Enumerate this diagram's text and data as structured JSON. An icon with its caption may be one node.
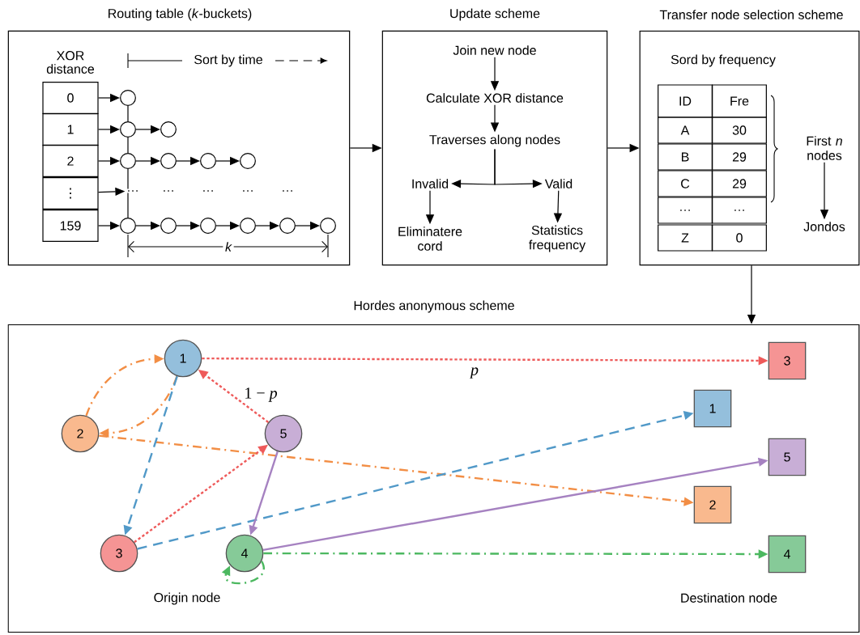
{
  "diagram": {
    "nodes": [
      {
        "text": [
          "Routing table (*k*-buckets)"
        ]
      },
      {
        "text": [
          "Update scheme"
        ]
      },
      {
        "text": [
          "Transfer node selection scheme"
        ]
      },
      {
        "text": [
          "Hordes anonymous scheme"
        ]
      },
      {
        "text": [
          "0"
        ],
        "in": 0
      },
      {
        "text": [
          "1"
        ],
        "in": 0
      },
      {
        "text": [
          "2"
        ],
        "in": 0
      },
      {
        "text": [
          "⋮"
        ],
        "in": 0
      },
      {
        "text": [
          "159"
        ],
        "in": 0
      },
      {
        "text": [],
        "shape": "circle",
        "in": 0
      },
      {
        "text": [],
        "shape": "circle",
        "in": 0
      },
      {
        "text": [],
        "shape": "circle",
        "in": 0
      },
      {
        "text": [],
        "shape": "circle",
        "in": 0
      },
      {
        "text": [],
        "shape": "circle",
        "in": 0
      },
      {
        "text": [],
        "shape": "circle",
        "in": 0
      },
      {
        "text": [],
        "shape": "circle",
        "in": 0
      },
      {
        "text": [],
        "shape": "circle",
        "in": 0
      },
      {
        "text": [],
        "shape": "circle",
        "in": 0
      },
      {
        "text": [],
        "shape": "circle",
        "in": 0
      },
      {
        "text": [],
        "shape": "circle",
        "in": 0
      },
      {
        "text": [],
        "shape": "circle",
        "in": 0
      },
      {
        "text": [],
        "shape": "circle",
        "in": 0
      },
      {
        "text": [
          "Join new node"
        ],
        "in": 1
      },
      {
        "text": [
          "Calculate XOR distance"
        ],
        "in": 1
      },
      {
        "text": [
          "Traverses along nodes"
        ],
        "in": 1
      },
      {
        "text": [
          "Invalid"
        ],
        "in": 1
      },
      {
        "text": [
          "Valid"
        ],
        "in": 1
      },
      {
        "text": [
          "Eliminatere cord"
        ],
        "in": 1
      },
      {
        "text": [
          "Statistics frequency"
        ],
        "in": 1
      },
      {
        "text": [
          "First *n* nodes"
        ],
        "in": 2
      },
      {
        "text": [
          "Jondos"
        ],
        "in": 2
      },
      {
        "text": [
          "1"
        ],
        "in": 3
      },
      {
        "text": [
          "2"
        ],
        "in": 3
      },
      {
        "text": [
          "5"
        ],
        "in": 3
      },
      {
        "text": [
          "3"
        ],
        "in": 3
      },
      {
        "text": [
          "4"
        ],
        "in": 3
      },
      {
        "text": [
          "3"
        ],
        "in": 3
      },
      {
        "text": [
          "1"
        ],
        "in": 3
      },
      {
        "text": [
          "5"
        ],
        "in": 3
      },
      {
        "text": [
          "2"
        ],
        "in": 3
      },
      {
        "text": [
          "4"
        ],
        "in": 3
      },
      {
        "text": [
          "…"
        ],
        "in": 0
      }
    ],
    "edges": [
      {
        "from": 0,
        "to": 1,
        "arrow": "to"
      },
      {
        "from": 1,
        "to": 2,
        "arrow": "to"
      },
      {
        "from": 2,
        "to": 3,
        "arrow": "to"
      },
      {
        "from": 4,
        "to": 9,
        "arrow": "to"
      },
      {
        "from": 5,
        "to": 10,
        "arrow": "to"
      },
      {
        "from": 6,
        "to": 12,
        "arrow": "to"
      },
      {
        "from": 7,
        "to": 41,
        "arrow": "to"
      },
      {
        "from": 8,
        "to": 16,
        "arrow": "to"
      },
      {
        "from": 9,
        "to": 10,
        "arrow": "none"
      },
      {
        "from": 10,
        "to": 12,
        "arrow": "none"
      },
      {
        "from": 12,
        "to": 41,
        "arrow": "none"
      },
      {
        "from": 41,
        "to": 16,
        "arrow": "none"
      },
      {
        "from": 10,
        "to": 11,
        "arrow": "to"
      },
      {
        "from": 12,
        "to": 13,
        "arrow": "to"
      },
      {
        "from": 13,
        "to": 14,
        "arrow": "to"
      },
      {
        "from": 14,
        "to": 15,
        "arrow": "to"
      },
      {
        "from": 16,
        "to": 17,
        "arrow": "to"
      },
      {
        "from": 17,
        "to": 18,
        "arrow": "to"
      },
      {
        "from": 18,
        "to": 19,
        "arrow": "to"
      },
      {
        "from": 19,
        "to": 20,
        "arrow": "to"
      },
      {
        "from": 20,
        "to": 21,
        "arrow": "to"
      },
      {
        "from": 22,
        "to": 23,
        "arrow": "to"
      },
      {
        "from": 23,
        "to": 24,
        "arrow": "to"
      },
      {
        "from": 24,
        "to": 25,
        "arrow": "to"
      },
      {
        "from": 24,
        "to": 26,
        "arrow": "to"
      },
      {
        "from": 25,
        "to": 27,
        "arrow": "to"
      },
      {
        "from": 26,
        "to": 28,
        "arrow": "to"
      },
      {
        "from": 29,
        "to": 30,
        "arrow": "to"
      },
      {
        "from": 31,
        "to": 32,
        "arrow": "to",
        "style": "dashed",
        "color": "#f28e45"
      },
      {
        "from": 32,
        "to": 31,
        "arrow": "to",
        "style": "dashed",
        "color": "#f28e45"
      },
      {
        "from": 32,
        "to": 39,
        "arrow": "to",
        "style": "dashed",
        "color": "#f28e45"
      },
      {
        "from": 31,
        "to": 34,
        "arrow": "to",
        "style": "dashed",
        "color": "#5199c8"
      },
      {
        "from": 34,
        "to": 37,
        "arrow": "to",
        "style": "dashed",
        "color": "#5199c8"
      },
      {
        "from": 31,
        "to": 36,
        "arrow": "to",
        "label": "p",
        "style": "dashed",
        "color": "#ee5a5a"
      },
      {
        "from": 33,
        "to": 31,
        "arrow": "to",
        "label": "1 − *p*",
        "style": "dashed",
        "color": "#ee5a5a"
      },
      {
        "from": 34,
        "to": 33,
        "arrow": "to",
        "style": "dashed",
        "color": "#ee5a5a"
      },
      {
        "from": 33,
        "to": 35,
        "arrow": "to",
        "color": "#a682c1"
      },
      {
        "from": 35,
        "to": 38,
        "arrow": "to",
        "color": "#a682c1"
      },
      {
        "from": 35,
        "to": 35,
        "arrow": "to",
        "style": "dashed",
        "color": "#4cb860"
      },
      {
        "from": 35,
        "to": 40,
        "arrow": "to",
        "style": "dashed",
        "color": "#4cb860"
      }
    ],
    "labels": [
      "XOR distance",
      "Sort by time",
      "…",
      "…",
      "…",
      "…",
      "k",
      "Sord by frequency",
      "ID",
      "Fre",
      "A",
      "30",
      "B",
      "29",
      "C",
      "29",
      "…",
      "…",
      "Z",
      "0",
      "Origin node",
      "Destination node"
    ]
  }
}
